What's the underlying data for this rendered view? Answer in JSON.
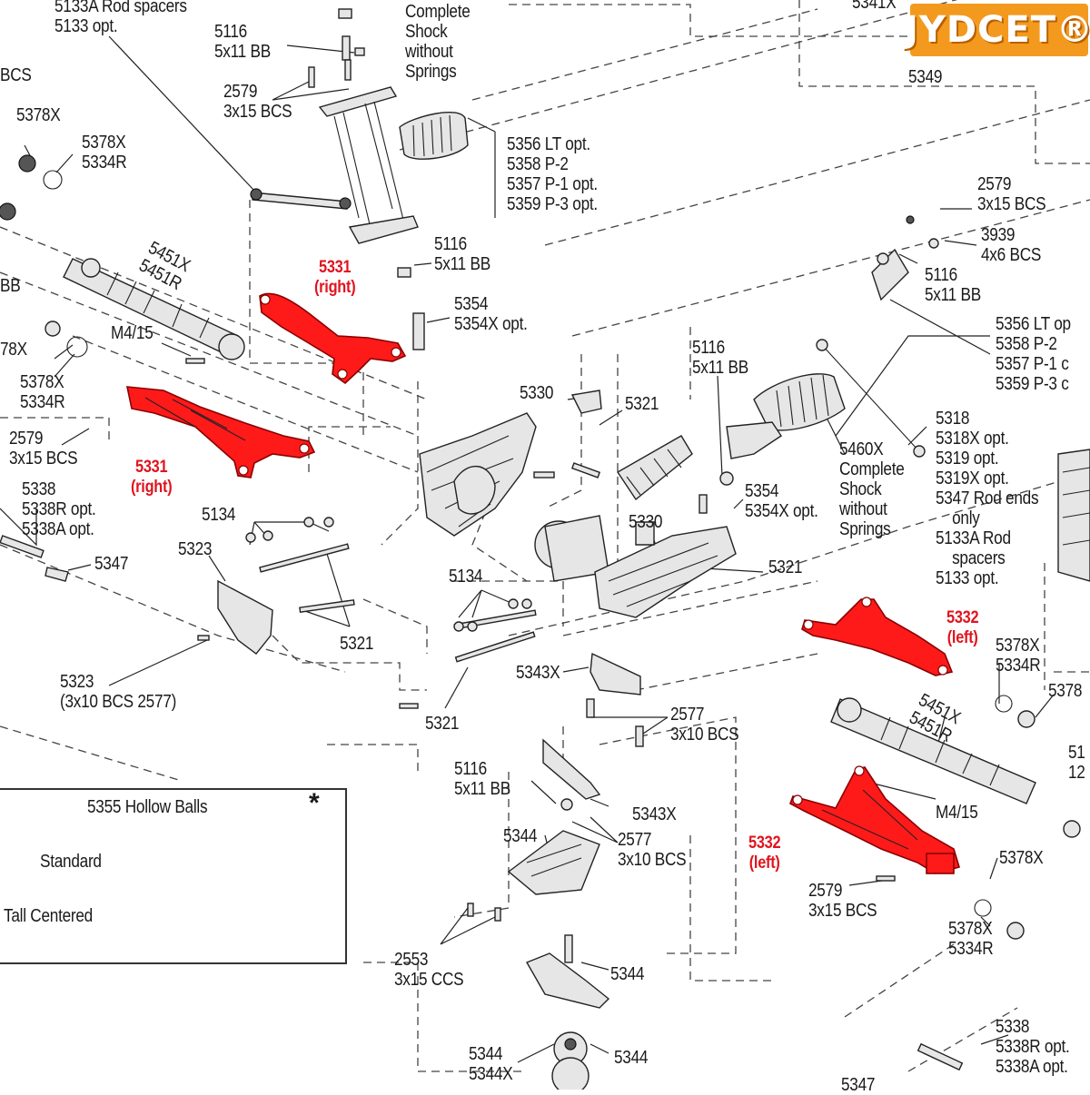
{
  "watermark": {
    "text": "JYDCET®"
  },
  "colors": {
    "highlight": "#e0141e",
    "line": "#222222",
    "part_fill": "#e6e6e6"
  },
  "labels": {
    "l_5133a_top": "5133A Rod spacers\n5133 opt.",
    "l_bcs_left": "BCS",
    "l_5116_top": "5116\n5x11 BB",
    "l_complete_shock_top": "Complete\nShock\nwithout\nSprings",
    "l_5341x_top": "5341X",
    "l_5349": "5349",
    "l_2579_top": "2579\n3x15 BCS",
    "l_5378x_a": "5378X",
    "l_5378x_5334r_a": "5378X\n5334R",
    "l_5356_top": "5356 LT opt.\n5358 P-2\n5357 P-1 opt.\n5359 P-3 opt.",
    "l_2579_right": "2579\n3x15 BCS",
    "l_3939": "3939\n4x6 BCS",
    "l_5116_right": "5116\n5x11 BB",
    "l_5116_mid": "5116\n5x11 BB",
    "l_5451_left": "5451X\n5451R",
    "l_bb_left": "BB",
    "l_5354_top": "5354\n5354X opt.",
    "l_5356_right": "5356 LT op\n5358 P-2\n5357 P-1 c\n5359 P-3 c",
    "l_78x_left": "78X",
    "l_m415_left": "M4/15",
    "l_5116_center": "5116\n5x11 BB",
    "l_5378x_5334r_b": "5378X\n5334R",
    "l_5330_top": "5330",
    "l_5321_top": "5321",
    "l_2579_left": "2579\n3x15 BCS",
    "l_5318": "5318\n5318X opt.\n5319 opt.\n5319X opt.\n5347 Rod ends\n    only\n5133A Rod\n    spacers\n5133 opt.",
    "l_5460x": "5460X\nComplete\nShock\nwithout\nSprings",
    "l_5338_left": "5338\n5338R opt.\n5338A opt.",
    "l_5354_mid": "5354\n5354X opt.",
    "l_5134_left": "5134",
    "l_5330_mid": "5330",
    "l_5323_top": "5323",
    "l_5347_left": "5347",
    "l_5321_mid": "5321",
    "l_5134_mid": "5134",
    "l_5321_left": "5321",
    "l_5378x_5334r_c": "5378X\n5334R",
    "l_5378_right_edge": "5378",
    "l_5343x_a": "5343X",
    "l_5323_bottom": "5323\n(3x10 BCS 2577)",
    "l_2577_a": "2577\n3x10 BCS",
    "l_5321_bottom": "5321",
    "l_5451_right": "5451X\n5451R",
    "l_51_12": "51\n12",
    "l_5116_bottom": "5116\n5x11 BB",
    "l_5343x_b": "5343X",
    "l_m415_right": "M4/15",
    "l_5344_a": "5344",
    "l_2577_b": "2577\n3x10 BCS",
    "l_5378x_right": "5378X",
    "l_2579_bottom": "2579\n3x15 BCS",
    "l_5378x_5334r_d": "5378X\n5334R",
    "l_2553": "2553\n3x15 CCS",
    "l_5344_b": "5344",
    "l_5338_bottom": "5338\n5338R opt.\n5338A opt.",
    "l_5344_5344x": "5344\n5344X",
    "l_5344_c": "5344",
    "l_5347_bottom": "5347"
  },
  "red_labels": {
    "r_5331_top": "5331\n(right)",
    "r_5331_left": "5331\n(right)",
    "r_5332_right": "5332\n(left)",
    "r_5332_bottom": "5332\n(left)"
  },
  "legend": {
    "title": "5355 Hollow Balls",
    "note_symbol": "*",
    "standard": "Standard",
    "tall_centered": "Tall Centered"
  }
}
